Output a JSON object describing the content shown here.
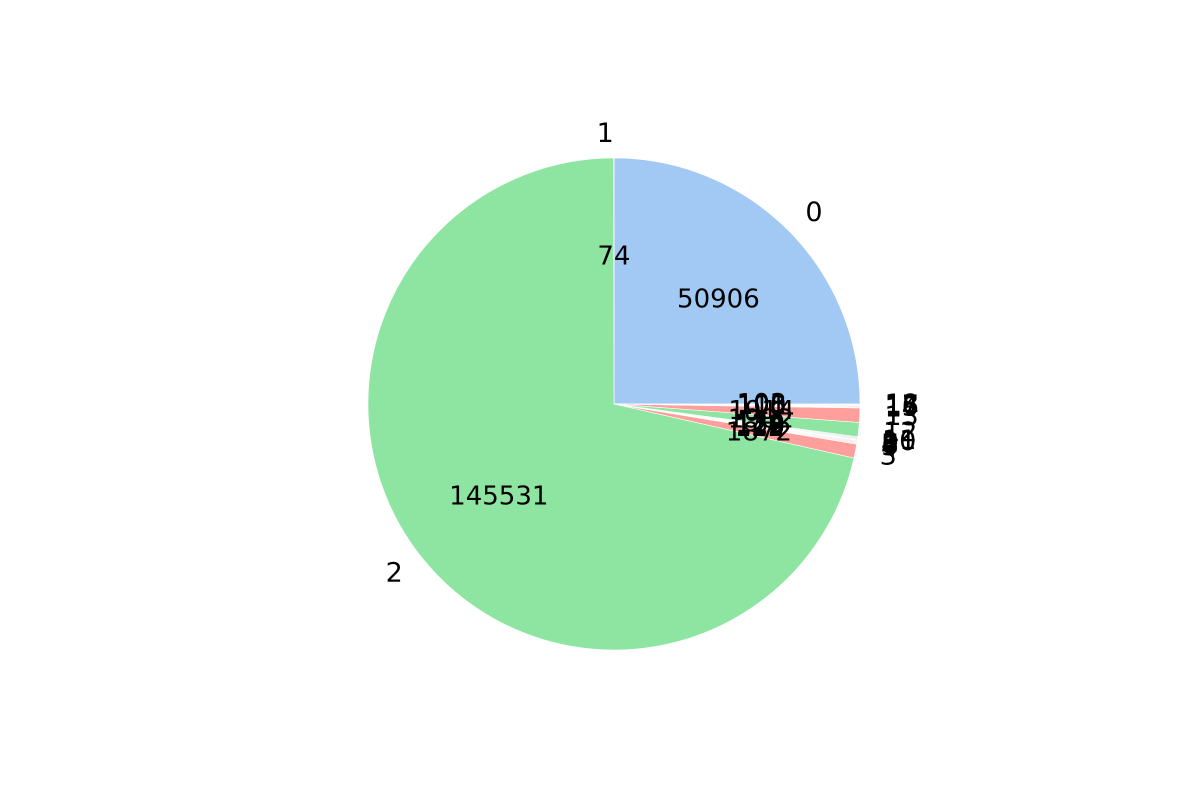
{
  "chart_data": {
    "type": "pie",
    "title": "",
    "start_angle_deg": 0,
    "direction": "counterclockwise",
    "categories": [
      "0",
      "1",
      "2",
      "3",
      "4",
      "5",
      "6",
      "7",
      "8",
      "9",
      "10",
      "11",
      "12",
      "13",
      "14",
      "15",
      "16",
      "17",
      "18"
    ],
    "values": [
      50906,
      74,
      145531,
      1872,
      122,
      126,
      115,
      112,
      118,
      119,
      124,
      130,
      1902,
      1914,
      110,
      105,
      101,
      108,
      103
    ],
    "colors": [
      "#a1c9f4",
      "#ffb482",
      "#8de5a1",
      "#ff9f9b",
      "#d0bbff",
      "#debb9b",
      "#fab0e4",
      "#cfcfcf",
      "#fffea3",
      "#b9f2f0",
      "#a1c9f4",
      "#ffb482",
      "#8de5a1",
      "#ff9f9b",
      "#d0bbff",
      "#debb9b",
      "#fab0e4",
      "#cfcfcf",
      "#fffea3"
    ],
    "legend": "none"
  }
}
